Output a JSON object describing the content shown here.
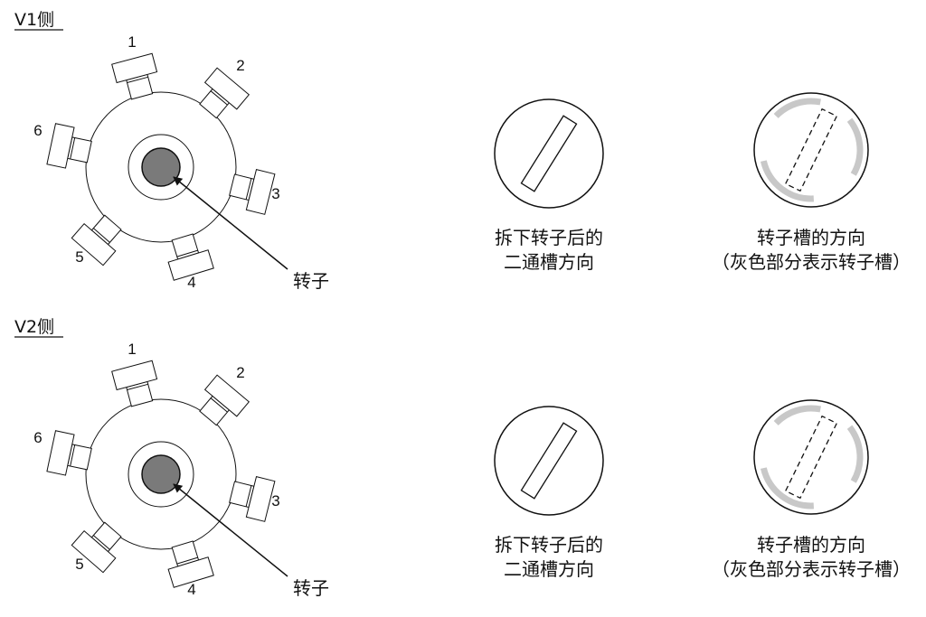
{
  "sections": [
    {
      "title": "V1侧",
      "valve_numbers": [
        "1",
        "2",
        "3",
        "4",
        "5",
        "6"
      ],
      "rotor_label": "转子",
      "left_caption": [
        "拆下转子后的",
        "二通槽方向"
      ],
      "right_caption": [
        "转子槽的方向",
        "（灰色部分表示转子槽）"
      ]
    },
    {
      "title": "V2侧",
      "valve_numbers": [
        "1",
        "2",
        "3",
        "4",
        "5",
        "6"
      ],
      "rotor_label": "转子",
      "left_caption": [
        "拆下转子后的",
        "二通槽方向"
      ],
      "right_caption": [
        "转子槽的方向",
        "（灰色部分表示转子槽）"
      ]
    }
  ],
  "colors": {
    "rotor": "#7a7a7a",
    "slot_arc": "#c8c8c8",
    "line": "#111111"
  }
}
